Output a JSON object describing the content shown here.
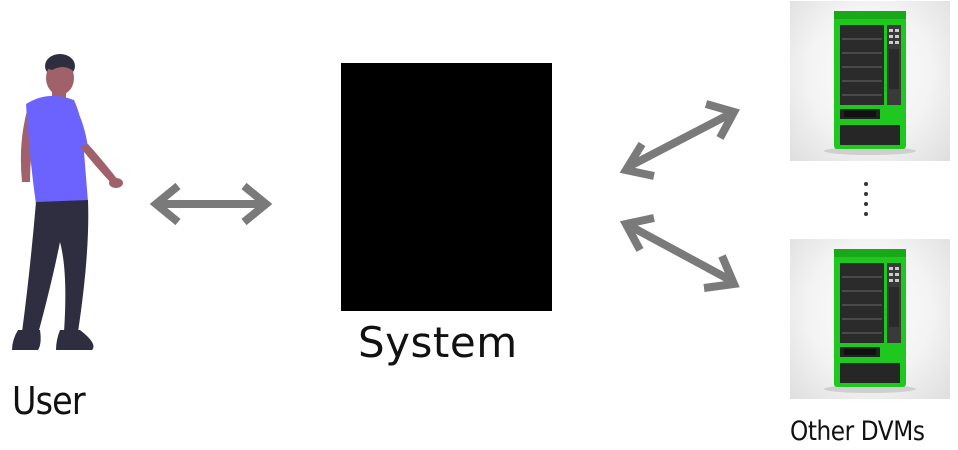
{
  "labels": {
    "user": "User",
    "system": "System",
    "other_dvms": "Other DVMs"
  },
  "icons": {
    "user": "person-standing-illustration",
    "system": "black-box",
    "dvm": "vending-machine-illustration",
    "ellipsis": "vertical-dots",
    "arrow": "double-headed-arrow"
  },
  "colors": {
    "arrow": "#7a7a7a",
    "system_box": "#000000",
    "shirt": "#6c63ff",
    "pants": "#2f2e41",
    "skin": "#a0616a",
    "hair": "#2f2e41",
    "machine_green": "#1ec81e",
    "machine_dark": "#2b2b2b"
  }
}
